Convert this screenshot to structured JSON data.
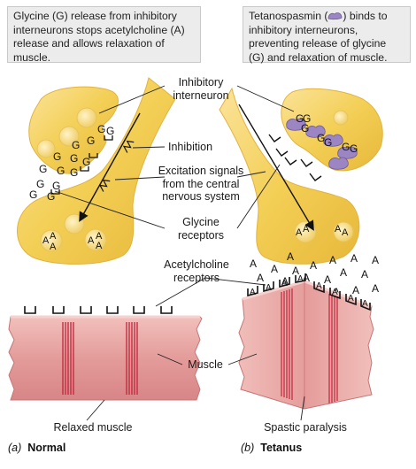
{
  "captions": {
    "normal": "Glycine (G) release from inhibitory interneurons stops acetylcholine (A) release and allows relaxation of muscle.",
    "tetanus_pre": "Tetanospasmin (",
    "tetanus_post": ") binds to inhibitory interneurons, preventing release of glycine (G) and relaxation of muscle."
  },
  "labels": {
    "inhibitory_interneuron": "Inhibitory\ninterneuron",
    "inhibition": "Inhibition",
    "excitation_signals": "Excitation signals\nfrom the central\nnervous system",
    "glycine_receptors": "Glycine\nreceptors",
    "acetylcholine_receptors": "Acetylcholine\nreceptors",
    "muscle": "Muscle",
    "relaxed_muscle": "Relaxed muscle",
    "spastic_paralysis": "Spastic paralysis"
  },
  "panels": {
    "a_letter": "(a)",
    "a_title": "Normal",
    "b_letter": "(b)",
    "b_title": "Tetanus"
  },
  "molecules": {
    "glycine": "G",
    "acetylcholine": "A"
  },
  "colors": {
    "neuron_fill": "#f3cf55",
    "neuron_light": "#fbe9a0",
    "muscle_fill": "#e7a3a1",
    "muscle_dark": "#c86f72",
    "stripe": "#c0243b",
    "toxin": "#9b85c2",
    "caption_bg": "#ececec"
  },
  "icons": {
    "toxin": "tetanospasmin-icon",
    "arrow": "arrow-down-icon"
  }
}
